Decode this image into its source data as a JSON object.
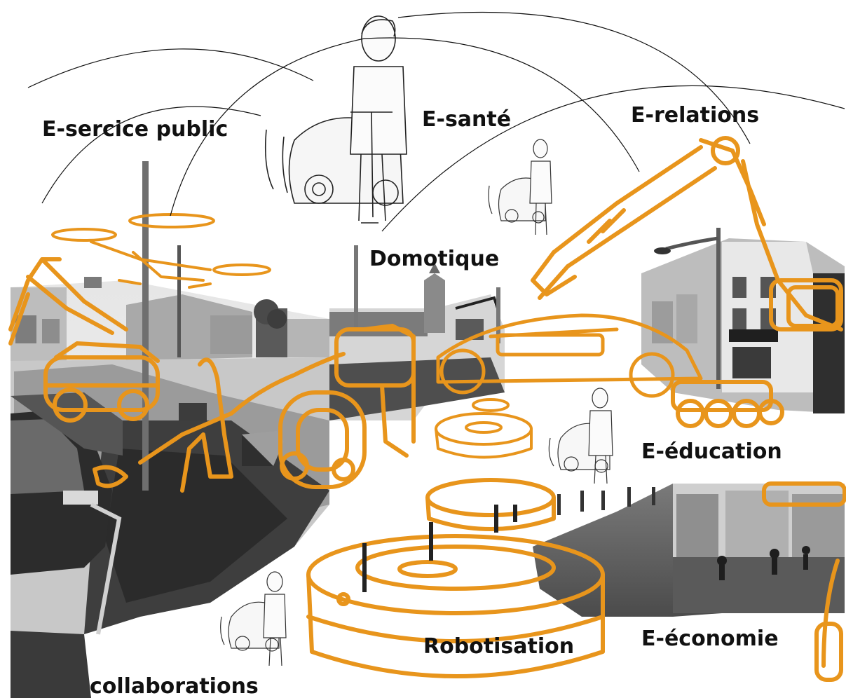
{
  "labels": {
    "e_service_public": "E-sercice public",
    "e_sante": "E-santé",
    "e_relations": "E-relations",
    "domotique": "Domotique",
    "e_education": "E-éducation",
    "robotisation": "Robotisation",
    "e_economie": "E-économie",
    "collaborations": "collaborations"
  },
  "colors": {
    "accent": "#E8951C",
    "ink": "#111111",
    "photo_dark": "#3a3a3a",
    "photo_mid": "#8a8a8a",
    "photo_light": "#cfcfcf"
  }
}
